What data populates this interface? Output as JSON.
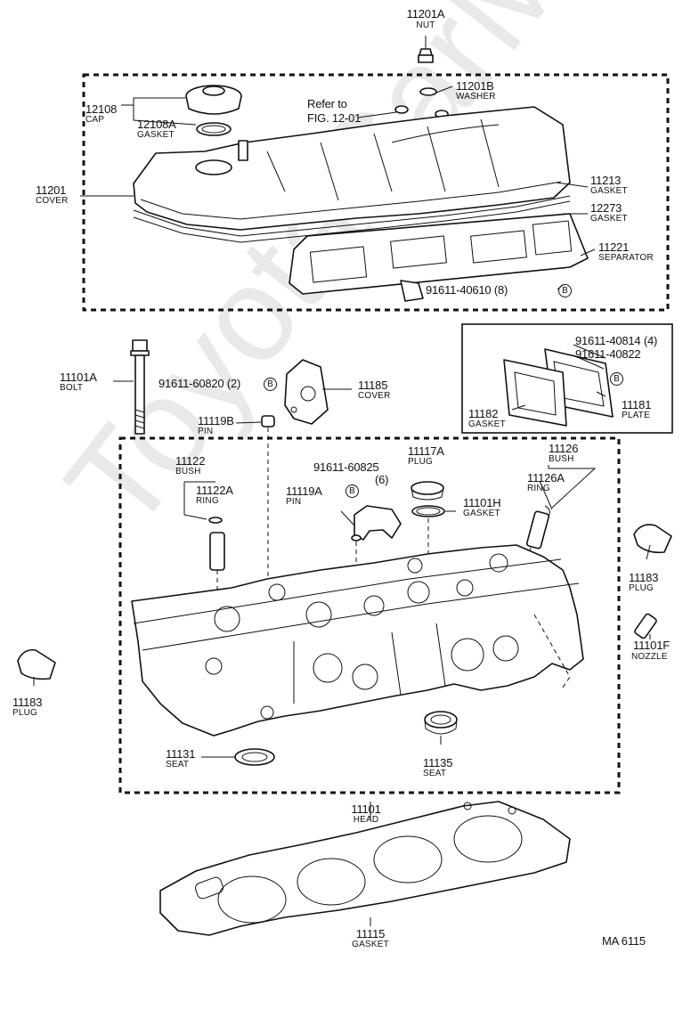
{
  "watermark": "ToyotaCarMiru",
  "diagram_code": "MA 6115",
  "reference": {
    "line1": "Refer to",
    "line2": "FIG. 12-01"
  },
  "parts": {
    "nut": {
      "number": "11201A",
      "name": "NUT"
    },
    "washer": {
      "number": "11201B",
      "name": "WASHER"
    },
    "cap": {
      "number": "12108",
      "name": "CAP"
    },
    "cap_gasket": {
      "number": "12108A",
      "name": "GASKET"
    },
    "cover": {
      "number": "11201",
      "name": "COVER"
    },
    "cover_gasket": {
      "number": "11213",
      "name": "GASKET"
    },
    "gasket_12273": {
      "number": "12273",
      "name": "GASKET"
    },
    "separator": {
      "number": "11221",
      "name": "SEPARATOR"
    },
    "bolt_91611_40610": {
      "number": "91611-40610 (8)"
    },
    "bolt_91611_40814": {
      "number": "91611-40814 (4)"
    },
    "bolt_91611_40822": {
      "number": "91611-40822"
    },
    "plate": {
      "number": "11181",
      "name": "PLATE"
    },
    "plate_gasket": {
      "number": "11182",
      "name": "GASKET"
    },
    "head_bolt": {
      "number": "11101A",
      "name": "BOLT"
    },
    "bolt_91611_60820": {
      "number": "91611-60820 (2)"
    },
    "cover_11185": {
      "number": "11185",
      "name": "COVER"
    },
    "pin_11119b": {
      "number": "11119B",
      "name": "PIN"
    },
    "bush_11122": {
      "number": "11122",
      "name": "BUSH"
    },
    "ring_11122a": {
      "number": "11122A",
      "name": "RING"
    },
    "bolt_91611_60825": {
      "number": "91611-60825",
      "qty": "(6)"
    },
    "pin_11119a": {
      "number": "11119A",
      "name": "PIN"
    },
    "plug_11117a": {
      "number": "11117A",
      "name": "PLUG"
    },
    "gasket_11101h": {
      "number": "11101H",
      "name": "GASKET"
    },
    "bush_11126": {
      "number": "11126",
      "name": "BUSH"
    },
    "ring_11126a": {
      "number": "11126A",
      "name": "RING"
    },
    "plug_right": {
      "number": "11183",
      "name": "PLUG"
    },
    "nozzle": {
      "number": "11101F",
      "name": "NOZZLE"
    },
    "plug_left": {
      "number": "11183",
      "name": "PLUG"
    },
    "seat_11131": {
      "number": "11131",
      "name": "SEAT"
    },
    "seat_11135": {
      "number": "11135",
      "name": "SEAT"
    },
    "head": {
      "number": "11101",
      "name": "HEAD"
    },
    "head_gasket": {
      "number": "11115",
      "name": "GASKET"
    }
  },
  "symbol_letter": "B"
}
